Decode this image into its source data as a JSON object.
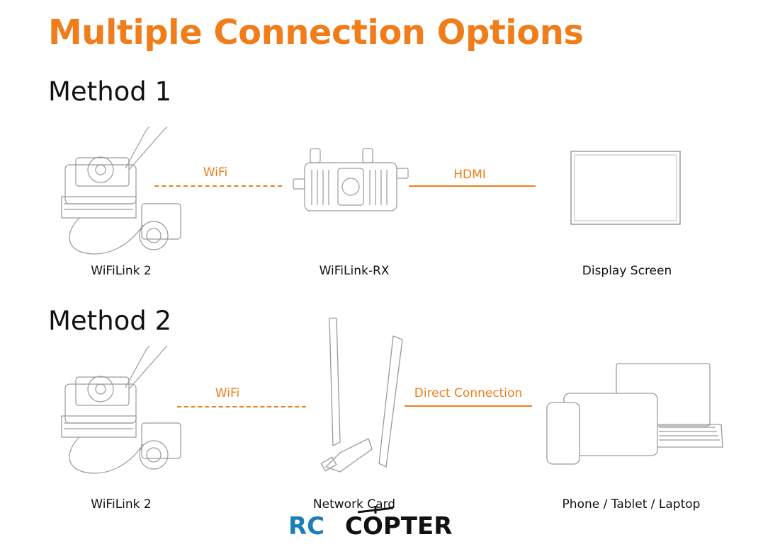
{
  "title": "Multiple Connection Options",
  "accent_color": "#f07d1a",
  "method1": {
    "heading": "Method 1",
    "devices": [
      "WiFiLink 2",
      "WiFiLink-RX",
      "Display Screen"
    ],
    "connections": [
      {
        "label": "WiFi",
        "style": "dashed"
      },
      {
        "label": "HDMI",
        "style": "solid"
      }
    ]
  },
  "method2": {
    "heading": "Method 2",
    "devices": [
      "WiFiLink 2",
      "Network Card",
      "Phone / Tablet / Laptop"
    ],
    "connections": [
      {
        "label": "WiFi",
        "style": "dashed"
      },
      {
        "label": "Direct Connection",
        "style": "solid"
      }
    ]
  },
  "watermark": {
    "text": "RC COPTER",
    "colors": [
      "#1a7fb8",
      "#111111"
    ]
  }
}
